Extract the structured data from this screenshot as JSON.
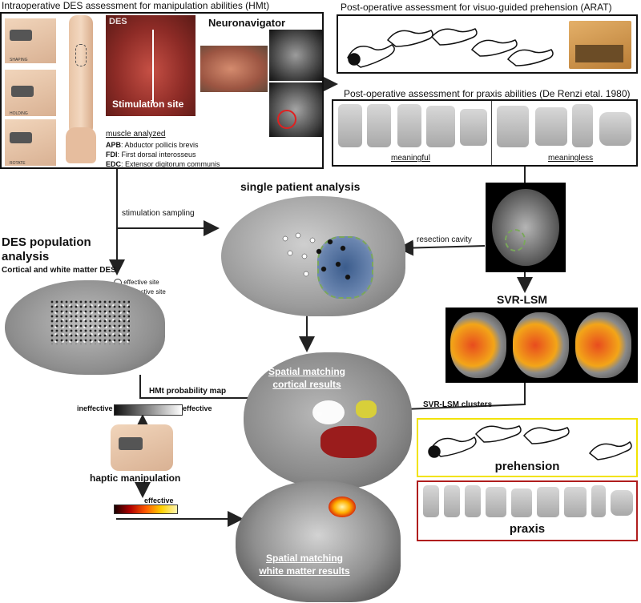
{
  "intraop": {
    "title": "Intraoperative DES assessment for manipulation abilities (HMt)",
    "hand_labels": [
      "SHAPING",
      "HOLDING",
      "ROTATE"
    ],
    "des_tag": "DES",
    "stimulation_site": "Stimulation site",
    "neuronavigator": "Neuronavigator",
    "muscle_heading": "muscle analyzed",
    "muscles": [
      {
        "abbr": "APB",
        "desc": ": Abductor pollicis brevis"
      },
      {
        "abbr": "FDI",
        "desc": ": First dorsal interosseus"
      },
      {
        "abbr": "EDC",
        "desc": ": Extensor digitorum communis"
      }
    ]
  },
  "arat": {
    "title": "Post-operative assessment for visuo-guided prehension (ARAT)"
  },
  "praxis_box": {
    "title": "Post-operative assessment for praxis abilities (De Renzi etal. 1980)",
    "meaningful": "meaningful",
    "meaningless": "meaningless"
  },
  "flow": {
    "stimulation_sampling": "stimulation sampling",
    "single_patient": "single patient analysis",
    "resection_cavity": "resection cavity",
    "svr_lsm": "SVR-LSM",
    "svr_lsm_clusters": "SVR-LSM clusters",
    "hmt_prob_map": "HMt probability map",
    "spatial_cortical_1": "Spatial matching",
    "spatial_cortical_2": "cortical results",
    "spatial_wm_1": "Spatial matching",
    "spatial_wm_2": "white matter results"
  },
  "population": {
    "title_1": "DES population",
    "title_2": "analysis",
    "subtitle": "Cortical and white matter DES",
    "legend_effective": "effective site",
    "legend_ineffective": "ineffective site",
    "scale_left": "ineffective",
    "scale_right": "effective",
    "haptic": "haptic manipulation",
    "effective_label": "effective"
  },
  "results": {
    "prehension": "prehension",
    "praxis": "praxis"
  },
  "colors": {
    "prehension_border": "#f2e300",
    "praxis_border": "#b01e1e",
    "brain_gray": "#9a9a9a",
    "arrow": "#222222"
  }
}
